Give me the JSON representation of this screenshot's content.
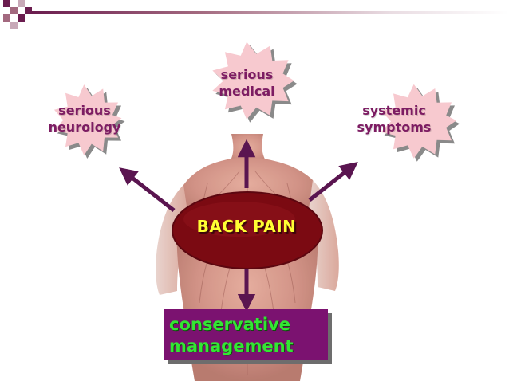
{
  "diagram": {
    "center": "BACK PAIN",
    "stars": [
      {
        "line1": "serious",
        "line2": "neurology"
      },
      {
        "line1": "serious",
        "line2": "medical"
      },
      {
        "line1": "systemic",
        "line2": "symptoms"
      }
    ],
    "outcome": {
      "line1": "conservative",
      "line2": "management"
    }
  },
  "colors": {
    "star_fill": "#f7c9cf",
    "star_text": "#7d1c63",
    "center_fill": "#7b0a12",
    "center_text": "#ffff33",
    "arrow": "#5a1550",
    "outcome_fill": "#7b1270",
    "outcome_text": "#33e633",
    "accent": "#6b1d4f"
  },
  "icons": [
    "muscular-back-illustration",
    "arrow-icon"
  ]
}
